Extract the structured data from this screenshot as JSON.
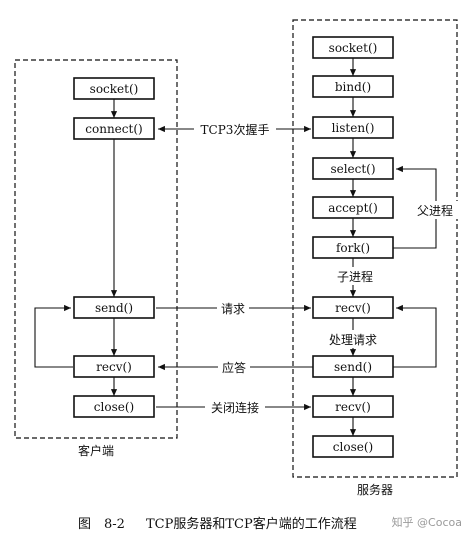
{
  "diagram": {
    "client": {
      "label": "客户端",
      "nodes": {
        "socket": "socket()",
        "connect": "connect()",
        "send": "send()",
        "recv": "recv()",
        "close": "close()"
      }
    },
    "server": {
      "label": "服务器",
      "nodes": {
        "socket": "socket()",
        "bind": "bind()",
        "listen": "listen()",
        "select": "select()",
        "accept": "accept()",
        "fork": "fork()",
        "recv1": "recv()",
        "send": "send()",
        "recv2": "recv()",
        "close": "close()"
      },
      "parent_process_label": "父进程",
      "child_process_label": "子进程",
      "process_request_label": "处理请求"
    },
    "edges": {
      "handshake": "TCP3次握手",
      "request": "请求",
      "response": "应答",
      "close_connection": "关闭连接"
    }
  },
  "caption": {
    "figure_number": "图　8-2",
    "title": "TCP服务器和TCP客户端的工作流程"
  },
  "watermark": "知乎 @Cocoa"
}
